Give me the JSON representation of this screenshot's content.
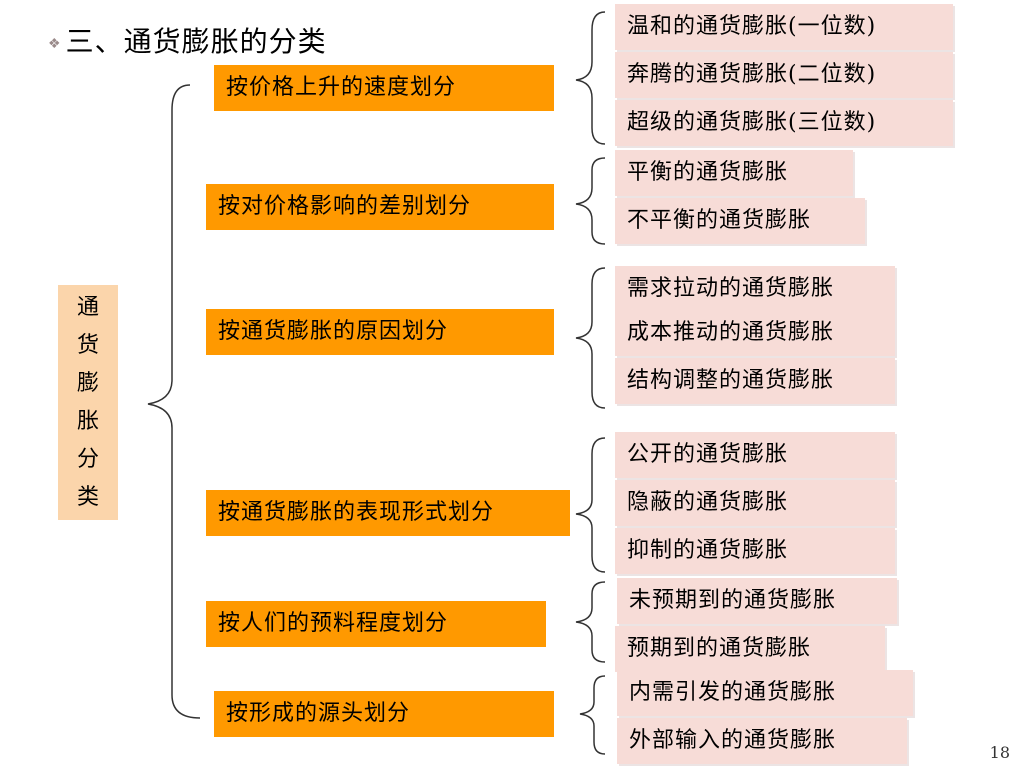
{
  "title": "三、通货膨胀的分类",
  "root": [
    "通",
    "货",
    "膨",
    "胀",
    "分",
    "类"
  ],
  "categories": [
    "按价格上升的速度划分",
    "按对价格影响的差别划分",
    "按通货膨胀的原因划分",
    "按通货膨胀的表现形式划分",
    "按人们的预料程度划分",
    "按形成的源头划分"
  ],
  "leaves": [
    "温和的通货膨胀(一位数)",
    "奔腾的通货膨胀(二位数)",
    "超级的通货膨胀(三位数)",
    "平衡的通货膨胀",
    "不平衡的通货膨胀",
    "需求拉动的通货膨胀",
    "成本推动的通货膨胀",
    "结构调整的通货膨胀",
    "公开的通货膨胀",
    "隐蔽的通货膨胀",
    "抑制的通货膨胀",
    "未预期到的通货膨胀",
    "预期到的通货膨胀",
    "内需引发的通货膨胀",
    "外部输入的通货膨胀"
  ],
  "page_number": "18",
  "colors": {
    "category": "#ff9900",
    "leaf": "#f7dcd7",
    "root": "#fbd5ab"
  },
  "icons": {
    "title_bullet": "diamond-bullet-icon"
  }
}
